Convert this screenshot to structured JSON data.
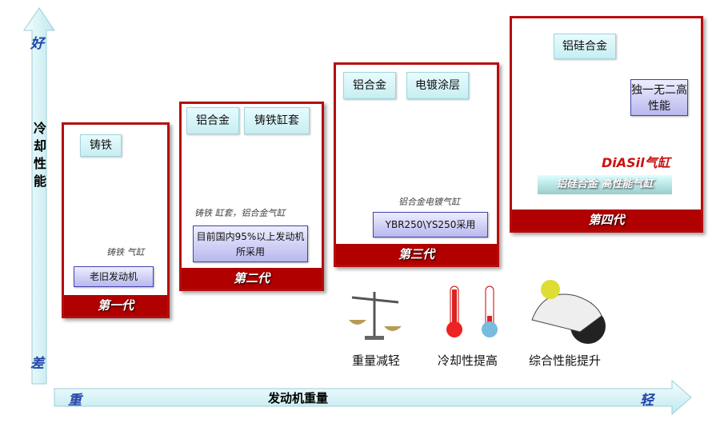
{
  "axes": {
    "y_top": "好",
    "y_label": "冷却性能",
    "y_bottom": "差",
    "x_left": "重",
    "x_label": "发动机重量",
    "x_right": "轻"
  },
  "generations": [
    {
      "title": "第一代",
      "materials": [
        "铸铁"
      ],
      "desc": "铸铁 气缸",
      "note": "老旧发动机"
    },
    {
      "title": "第二代",
      "materials": [
        "铝合金",
        "铸铁缸套"
      ],
      "desc": "铸铁 缸套，铝合金气缸",
      "note": "目前国内95%以上发动机所采用"
    },
    {
      "title": "第三代",
      "materials": [
        "铝合金",
        "电镀涂层"
      ],
      "desc": "铝合金电镀气缸",
      "note": "YBR250\\YS250采用"
    },
    {
      "title": "第四代",
      "materials": [
        "铝硅合金"
      ],
      "desc": "DiASil气缸",
      "banner": "铝硅合金 高性能气缸",
      "note": "独一无二高性能"
    }
  ],
  "benefits": [
    {
      "label": "重量减轻",
      "icon": "scale-icon"
    },
    {
      "label": "冷却性提高",
      "icon": "thermometer-icon"
    },
    {
      "label": "综合性能提升",
      "icon": "motorcycle-icon"
    }
  ],
  "colors": {
    "frame": "#b50d0d",
    "arrow": "#cdeff3",
    "note_arrow": "#333399",
    "accent": "#cc1111"
  }
}
